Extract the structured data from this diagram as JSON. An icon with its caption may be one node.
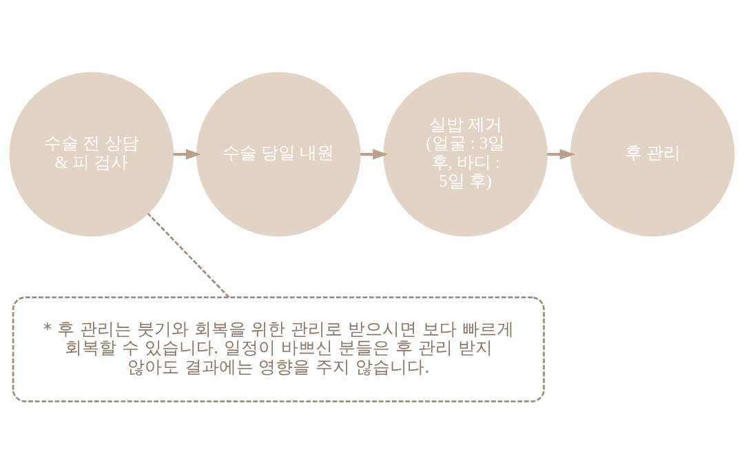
{
  "diagram": {
    "nodes": [
      {
        "text": [
          "수술 전 상담 & 피 검사"
        ]
      },
      {
        "text": [
          "수술 당일 내원"
        ]
      },
      {
        "text": [
          "실밥 제거",
          "(얼굴 : 3일 후, 바디 : 5일 후)"
        ]
      },
      {
        "text": [
          "후 관리"
        ]
      },
      {
        "text": [
          "* 후 관리는 붓기와 회복을 위한 관리로 받으시면 보다 빠르게 회복할 수 있습니다. 일정이 바쁘신 분들은 후 관리 받지 않아도 결과에는 영향을 주지 않습니다."
        ]
      }
    ],
    "edges": [
      {
        "from": 0,
        "to": 1,
        "arrow": "to"
      },
      {
        "from": 1,
        "to": 2,
        "arrow": "to"
      },
      {
        "from": 2,
        "to": 3,
        "arrow": "to"
      },
      {
        "from": 4,
        "to": 0,
        "arrow": "none",
        "style": "dashed",
        "color": "#9e8c7a"
      }
    ]
  }
}
